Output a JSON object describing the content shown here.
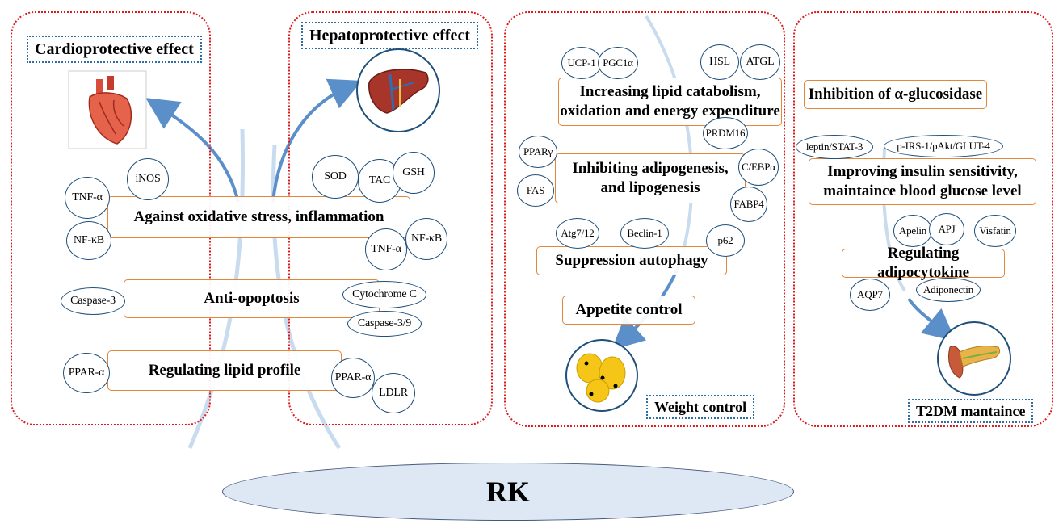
{
  "center": {
    "label": "RK"
  },
  "panels": {
    "cardio": {
      "tag": "Cardioprotective effect"
    },
    "hepato": {
      "tag": "Hepatoprotective effect"
    },
    "weight": {
      "tag": "Weight control"
    },
    "t2dm": {
      "tag": "T2DM mantaince"
    }
  },
  "effects": {
    "oxidative": "Against oxidative stress, inflammation",
    "apoptosis": "Anti-opoptosis",
    "lipid": "Regulating lipid profile",
    "catabolism_line1": "Increasing lipid catabolism,",
    "catabolism_line2": "oxidation and energy expenditure",
    "adipogenesis_line1": "Inhibiting adipogenesis,",
    "adipogenesis_line2": "and lipogenesis",
    "autophagy": "Suppression autophagy",
    "appetite": "Appetite control",
    "glucosidase": "Inhibition of α-glucosidase",
    "insulin_line1": "Improving insulin sensitivity,",
    "insulin_line2": "maintaince blood glucose level",
    "adipocytokine": "Regulating adipocytokine"
  },
  "markers": {
    "inos": "iNOS",
    "tnf_a_left": "TNF-α",
    "nfkb_left": "NF-κB",
    "caspase3": "Caspase-3",
    "ppar_left": "PPAR-α",
    "sod": "SOD",
    "tac": "TAC",
    "gsh": "GSH",
    "tnf_a_right": "TNF-α",
    "nfkb_right": "NF-κB",
    "cytochrome": "Cytochrome C",
    "caspase39": "Caspase-3/9",
    "ppar_right": "PPAR-α",
    "ldlr": "LDLR",
    "ucp1": "UCP-1",
    "pgc1a": "PGC1α",
    "hsl": "HSL",
    "atgl": "ATGL",
    "prdm16": "PRDM16",
    "ppar_gamma": "PPARγ",
    "fas": "FAS",
    "cebpa": "C/EBPα",
    "fabp4": "FABP4",
    "atg712": "Atg7/12",
    "beclin": "Beclin-1",
    "p62": "p62",
    "leptin": "leptin/STAT-3",
    "irs": "p-IRS-1/pAkt/GLUT-4",
    "apelin": "Apelin",
    "apj": "APJ",
    "visfatin": "Visfatin",
    "aqp7": "AQP7",
    "adiponectin": "Adiponectin"
  },
  "colors": {
    "panel_border": "#e0191c",
    "tag_border": "#2e6da4",
    "box_border": "#e2863a",
    "circle_border": "#1f4f7a",
    "arrow": "#5b8fc9",
    "rk_fill": "#dde8f4"
  }
}
